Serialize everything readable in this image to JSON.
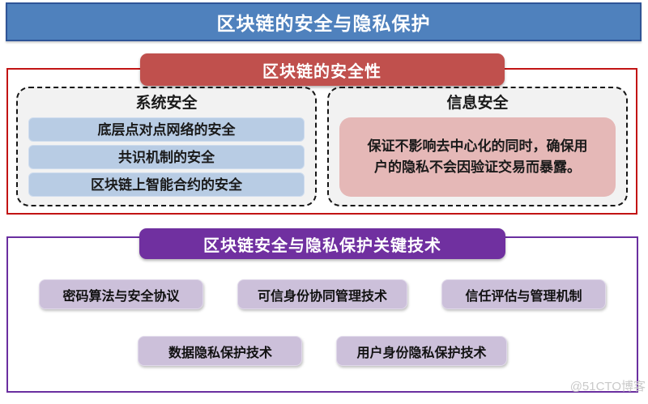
{
  "banner": {
    "title": "区块链的安全与隐私保护",
    "bg_color": "#4f81bd",
    "border_color": "#2f5597",
    "text_color": "#ffffff"
  },
  "security_section": {
    "header_label": "区块链的安全性",
    "header_bg_color": "#c0504d",
    "border_color": "#c21414",
    "system_group": {
      "title": "系统安全",
      "item_bg_color": "#b8cce4",
      "items": [
        "底层点对点网络的安全",
        "共识机制的安全",
        "区块链上智能合约的安全"
      ]
    },
    "information_group": {
      "title": "信息安全",
      "note_bg_color": "#e5b8b7",
      "note": "保证不影响去中心化的同时，确保用户的隐私不会因验证交易而暴露。"
    }
  },
  "technology_section": {
    "header_label": "区块链安全与隐私保护关键技术",
    "header_bg_color": "#7030a0",
    "border_color": "#6a2fa0",
    "item_bg_color": "#ccc0da",
    "row1_items": [
      "密码算法与安全协议",
      "可信身份协同管理技术",
      "信任评估与管理机制"
    ],
    "row2_items": [
      "数据隐私保护技术",
      "用户身份隐私保护技术"
    ]
  },
  "watermark": {
    "label": "@51CTO博客",
    "color": "#c9c9c9"
  }
}
